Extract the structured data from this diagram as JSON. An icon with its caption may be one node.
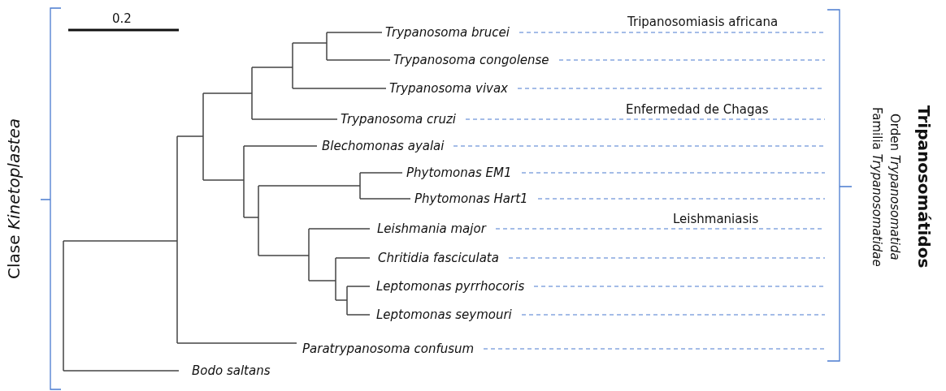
{
  "diagram": {
    "labels": [
      "0.2",
      "Trypanosoma brucei",
      "Tripanosomiasis africana",
      "Trypanosoma congolense",
      "Trypanosoma vivax",
      "Trypanosoma cruzi",
      "Enfermedad de Chagas",
      "Blechomonas ayalai",
      "Phytomonas EM1",
      "Phytomonas Hart1",
      "Leishmania major",
      "Leishmaniasis",
      "Chritidia fasciculata",
      "Leptomonas pyrrhocoris",
      "Leptomonas seymouri",
      "Paratrypanosoma confusum",
      "Bodo saltans",
      "Clase *Kinetoplastea*",
      "Tripanosomátidos",
      "Orden *Trypanosomatida*",
      "Familia *Trypanosomatidae*"
    ]
  }
}
